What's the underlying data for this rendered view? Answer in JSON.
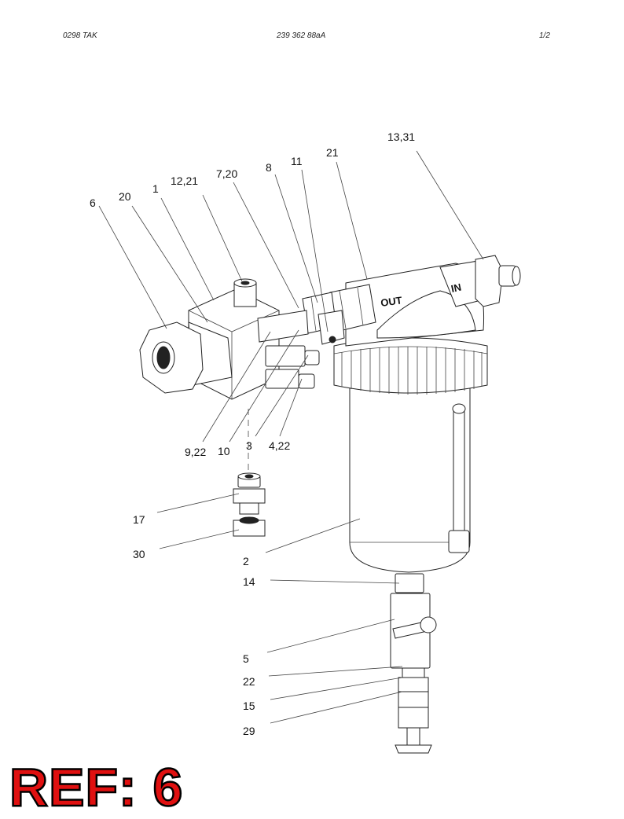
{
  "header": {
    "left": "0298   TAK",
    "center": "239 362 88aA",
    "right": "1/2"
  },
  "diagram": {
    "markings": {
      "out": "OUT",
      "in": "IN"
    },
    "callouts": {
      "c6": "6",
      "c20a": "20",
      "c1": "1",
      "c1221": "12,21",
      "c720": "7,20",
      "c8": "8",
      "c11": "11",
      "c21": "21",
      "c1331": "13,31",
      "c922": "9,22",
      "c10": "10",
      "c3": "3",
      "c422": "4,22",
      "c17": "17",
      "c30": "30",
      "c2": "2",
      "c14": "14",
      "c5": "5",
      "c22": "22",
      "c15": "15",
      "c29": "29"
    }
  },
  "footer": {
    "ref": "REF: 6"
  }
}
